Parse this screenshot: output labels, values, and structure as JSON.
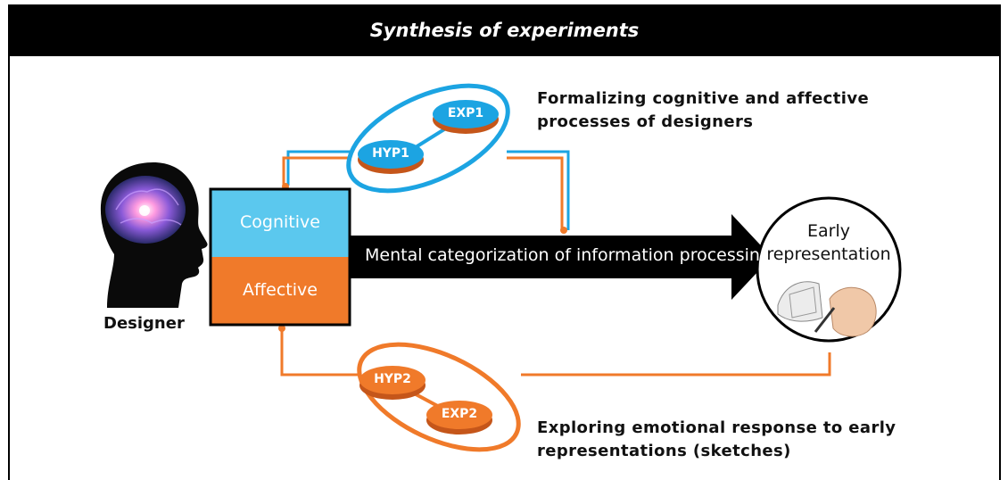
{
  "header": {
    "title": "Synthesis of experiments"
  },
  "designer": {
    "label": "Designer",
    "icon": "head-brain-icon"
  },
  "boxes": {
    "cognitive": "Cognitive",
    "affective": "Affective"
  },
  "arrow": {
    "label": "Mental categorization of information processing"
  },
  "early": {
    "line1": "Early",
    "line2": "representation",
    "icon": "sketching-hand-icon"
  },
  "top_group": {
    "exp": "EXP1",
    "hyp": "HYP1",
    "desc_line1": "Formalizing cognitive and affective",
    "desc_line2": "processes of designers"
  },
  "bottom_group": {
    "hyp": "HYP2",
    "exp": "EXP2",
    "desc_line1": "Exploring emotional response to early",
    "desc_line2": "representations (sketches)"
  },
  "colors": {
    "blue": "#1CA4E2",
    "light_blue": "#5BC8EE",
    "orange": "#F07A2A",
    "dark_orange": "#C5561A",
    "black": "#000000"
  }
}
